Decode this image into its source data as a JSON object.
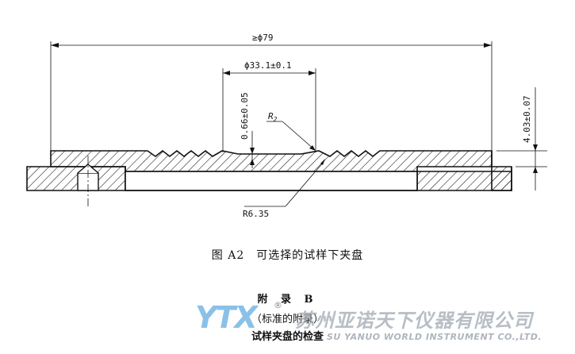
{
  "figure": {
    "caption": "图 A2　可选择的试样下夹盘",
    "dimensions": {
      "outer_diameter": "≥ϕ79",
      "inner_diameter": "ϕ33.1±0.1",
      "recess_depth": "0.66±0.05",
      "total_height": "4.03±0.07",
      "fillet_upper": "R",
      "fillet_upper_sub": "2",
      "fillet_lower": "R6.35"
    }
  },
  "appendix": {
    "title": "附 录 B",
    "subtitle": "（标准的附录）",
    "heading": "试样夹盘的检查"
  },
  "watermark": {
    "logo": "YTX",
    "company_cn": "苏州亚诺天下仪器有限公司",
    "company_en": "SU YANUO WORLD INSTRUMENT CO.,LTD."
  }
}
